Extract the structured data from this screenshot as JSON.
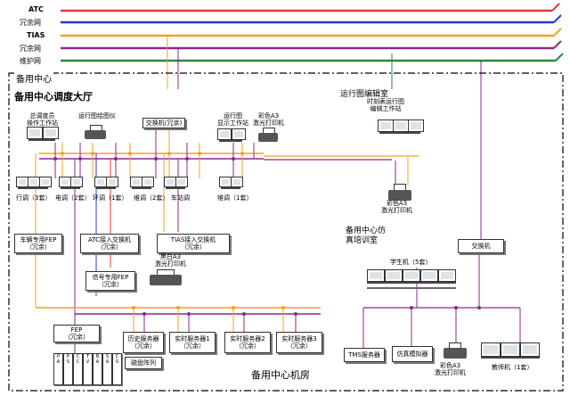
{
  "legend": {
    "atc": "ATC",
    "redundant1": "冗余网",
    "tias": "TIAS",
    "redundant2": "冗余网",
    "maint": "维护网"
  },
  "colors": {
    "atc": "#e8353a",
    "redundant": "#2d36d6",
    "tias": "#f3a021",
    "purple": "#8a2a8a",
    "maint": "#2a8a3a",
    "hall": "#3fd88a",
    "room": "#b9d79a",
    "editor": "#b9d79a",
    "sim": "#f7c7a2"
  },
  "outer_title": "备用中心",
  "hall": {
    "title": "备用中心调度大厅",
    "ws_main": "总调度员\n操作工作站",
    "plotter": "运行图绘图仪",
    "switch": "交换机(冗余)",
    "display_ws": "运行图\n显示工作站",
    "color_printer": "彩色A3\n激光打印机",
    "bottom": [
      "行调（3套）",
      "电调（2套）",
      "环调（1套）",
      "维调（2套）",
      "维调（1套）"
    ],
    "bottom2": "车站调"
  },
  "editor": {
    "title": "运行图编辑室",
    "ws": "时刻表运行图\n编辑工作站",
    "printer": "彩色A3\n激光打印机"
  },
  "room": {
    "title": "备用中心机房",
    "fep_vehicle": "车辆专用FEP\n（冗余）",
    "atc_switch": "ATC接入交换机\n（冗余）",
    "tias_switch": "TIAS接入交换机\n（冗余）",
    "bw_printer": "黑白A3\n激光打印机",
    "fep_signal": "信号专用FEP\n（冗余）",
    "fep": "FEP\n（冗余）",
    "hist": "历史服务器\n（冗余）",
    "rt1": "实时服务器1\n（冗余）",
    "rt2": "实时服务器2\n（冗余）",
    "rt3": "实时服务器3\n（冗余）",
    "disk": "磁盘阵列",
    "rack": [
      "P",
      "A",
      "P",
      "S",
      "C",
      "C",
      "T",
      "V",
      "B",
      "A",
      "S",
      "A",
      "C",
      "S"
    ]
  },
  "sim": {
    "title": "备用中心仿\n真培训室",
    "switch": "交换机",
    "students": "学生机（5套）",
    "tms": "TMS服务器",
    "simulator": "仿真模拟器",
    "printer": "彩色A3\n激光打印机",
    "teacher": "教师机（1套）"
  }
}
